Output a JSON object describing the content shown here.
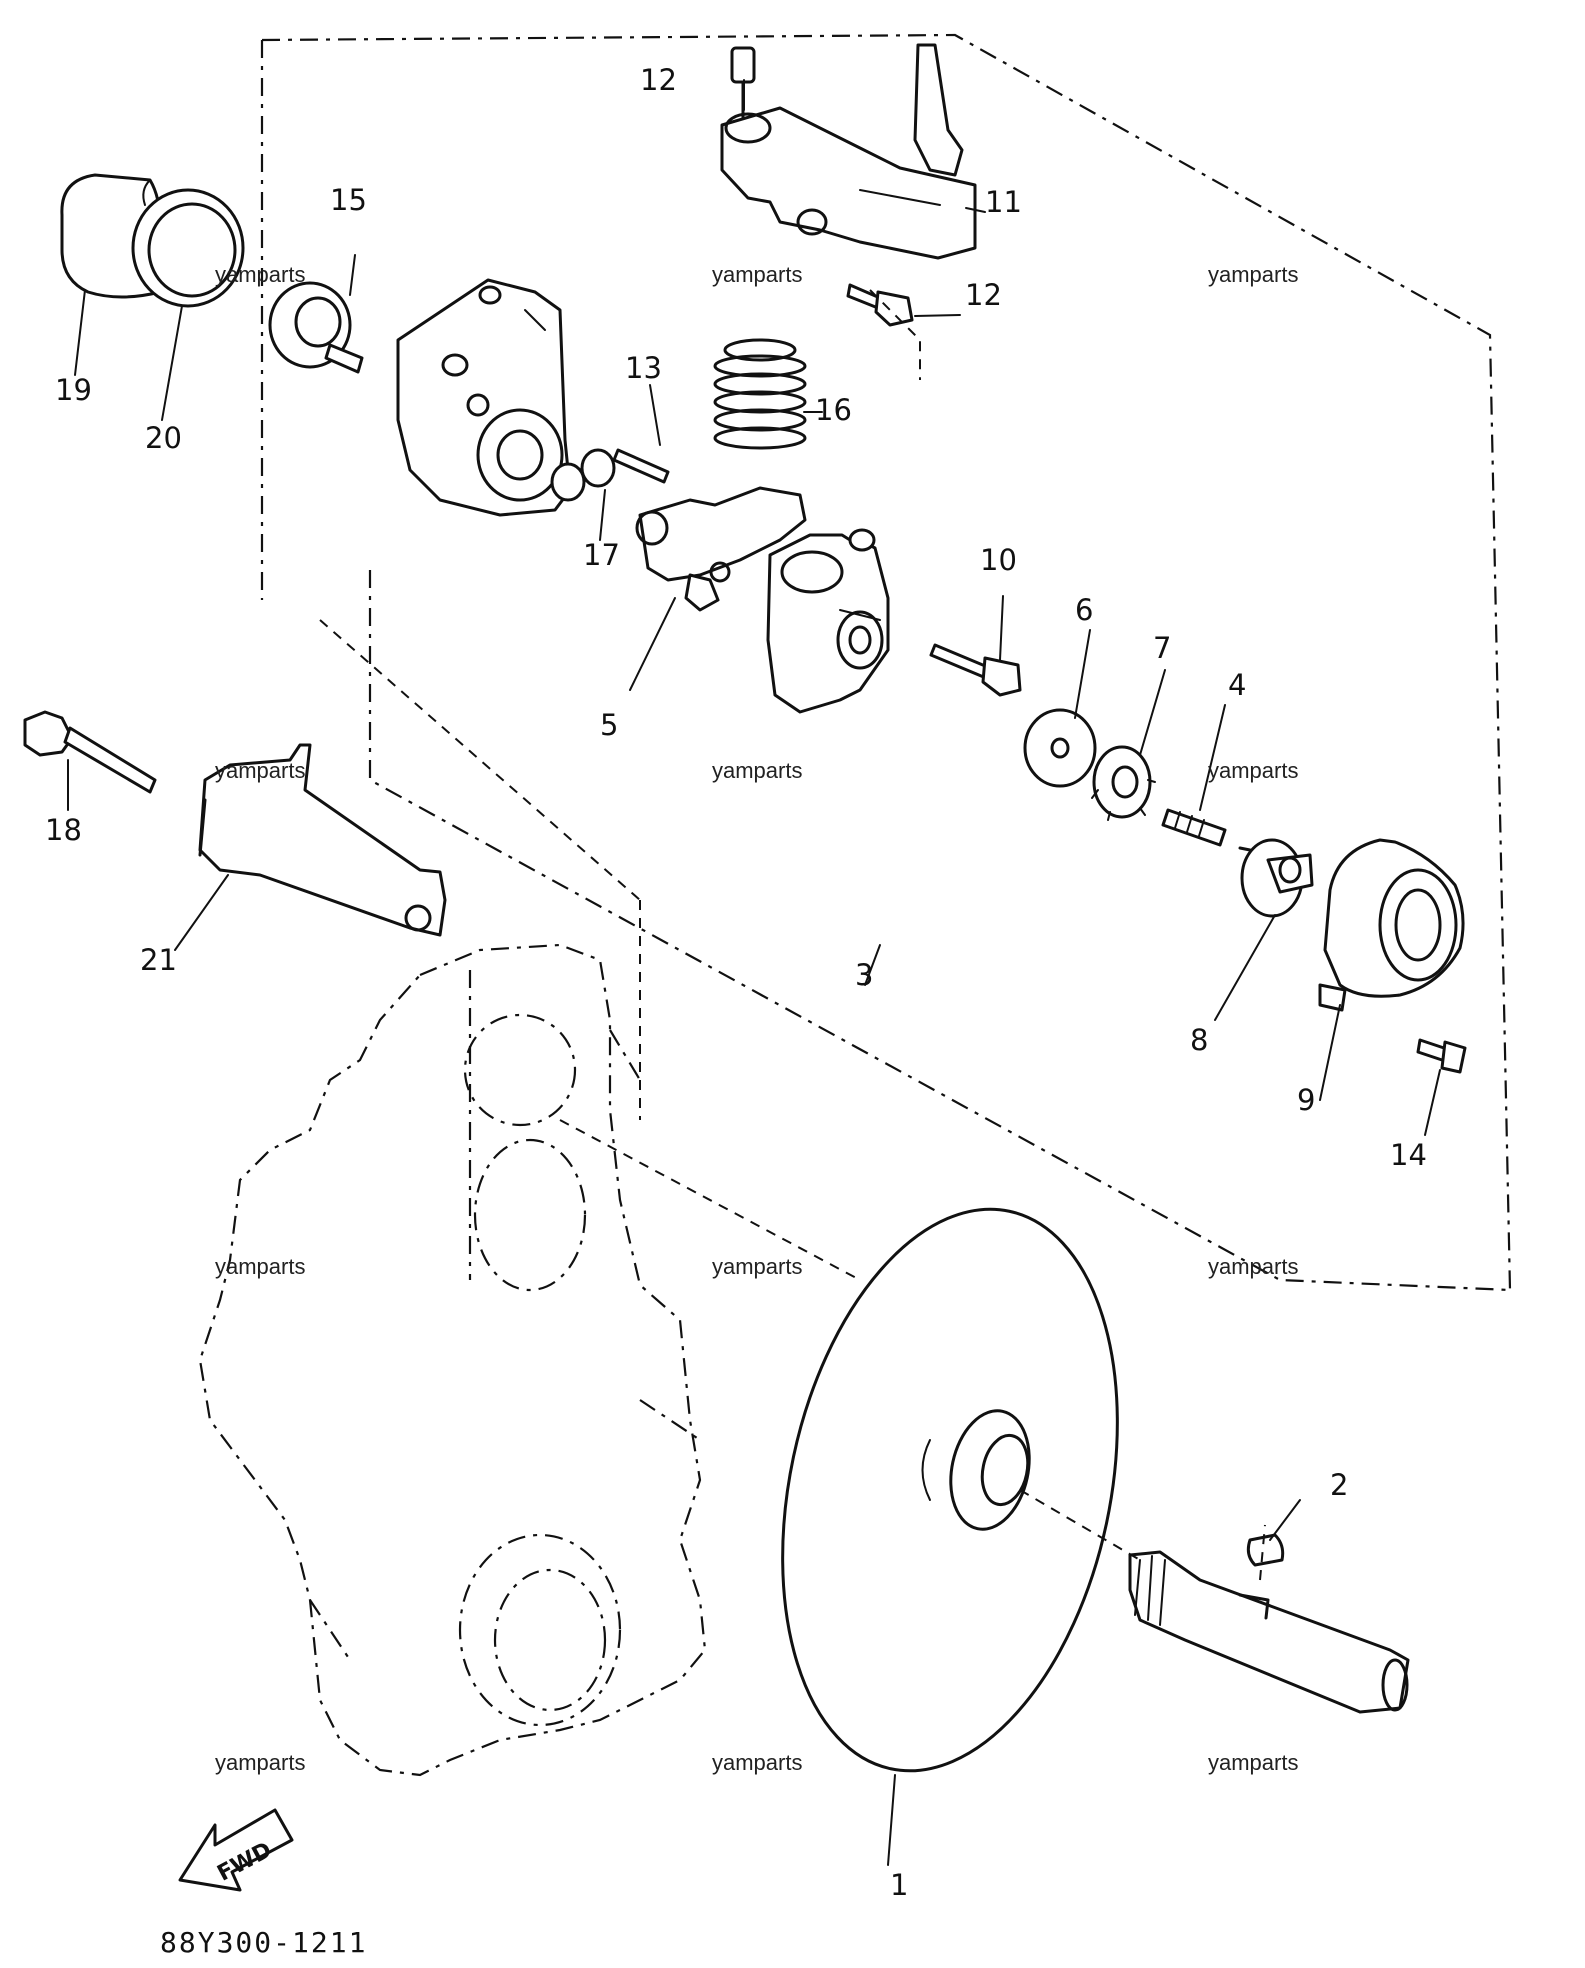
{
  "callouts": {
    "c1": "1",
    "c2": "2",
    "c3": "3",
    "c4": "4",
    "c5": "5",
    "c6": "6",
    "c7": "7",
    "c8": "8",
    "c9": "9",
    "c10": "10",
    "c11": "11",
    "c12a": "12",
    "c12b": "12",
    "c13": "13",
    "c14": "14",
    "c15": "15",
    "c16": "16",
    "c17": "17",
    "c18": "18",
    "c19": "19",
    "c20": "20",
    "c21": "21"
  },
  "watermark": "yamparts",
  "diagram_code": "88Y300-1211",
  "direction_label": "FWD"
}
